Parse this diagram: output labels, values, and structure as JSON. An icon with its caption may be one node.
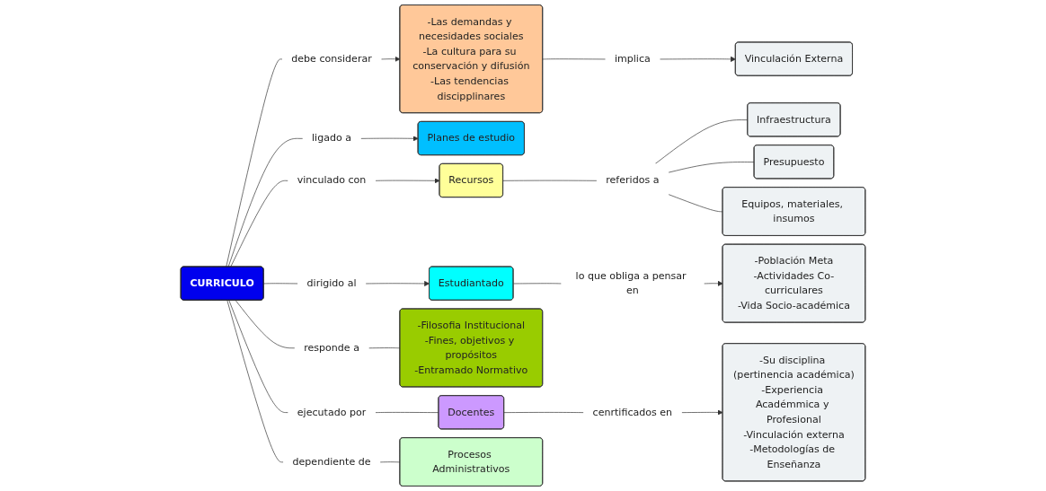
{
  "diagram": {
    "nodes": [
      {
        "text": [
          "CURRICULO"
        ]
      },
      {
        "text": [
          "debe considerar"
        ]
      },
      {
        "text": [
          "-Las demandas y necesidades sociales",
          "-La cultura para su conservación y difusión",
          "-Las tendencias discipplinares"
        ]
      },
      {
        "text": [
          "implica"
        ]
      },
      {
        "text": [
          "Vinculación Externa"
        ]
      },
      {
        "text": [
          "ligado a"
        ]
      },
      {
        "text": [
          "Planes de estudio"
        ]
      },
      {
        "text": [
          "vinculado con"
        ]
      },
      {
        "text": [
          "Recursos"
        ]
      },
      {
        "text": [
          "referidos a"
        ]
      },
      {
        "text": [
          "Infraestructura"
        ]
      },
      {
        "text": [
          "Presupuesto"
        ]
      },
      {
        "text": [
          "Equipos, materiales, insumos"
        ]
      },
      {
        "text": [
          "dirigido al"
        ]
      },
      {
        "text": [
          "Estudiantado"
        ]
      },
      {
        "text": [
          "lo que obliga a pensar en"
        ]
      },
      {
        "text": [
          "-Población Meta",
          "-Actividades Co-curriculares",
          "-Vida Socio-académica"
        ]
      },
      {
        "text": [
          "responde a"
        ]
      },
      {
        "text": [
          "-Filosofia Institucional",
          "-Fines, objetivos y propósitos",
          "-Entramado Normativo"
        ]
      },
      {
        "text": [
          "ejecutado por"
        ]
      },
      {
        "text": [
          "Docentes"
        ]
      },
      {
        "text": [
          "cenrtificados en"
        ]
      },
      {
        "text": [
          "-Su disciplina (pertinencia académica)",
          "-Experiencia Académmica y Profesional",
          "-Vinculación externa",
          "-Metodologías de Enseñanza"
        ]
      },
      {
        "text": [
          "dependiente de"
        ]
      },
      {
        "text": [
          "Procesos Administrativos"
        ]
      }
    ],
    "edges": [
      {
        "from": 0,
        "to": 1,
        "arrow": "none"
      },
      {
        "from": 1,
        "to": 2,
        "arrow": "to"
      },
      {
        "from": 2,
        "to": 3,
        "arrow": "none"
      },
      {
        "from": 3,
        "to": 4,
        "arrow": "to"
      },
      {
        "from": 0,
        "to": 5,
        "arrow": "none"
      },
      {
        "from": 5,
        "to": 6,
        "arrow": "to"
      },
      {
        "from": 0,
        "to": 7,
        "arrow": "none"
      },
      {
        "from": 7,
        "to": 8,
        "arrow": "to"
      },
      {
        "from": 8,
        "to": 9,
        "arrow": "none"
      },
      {
        "from": 9,
        "to": 10,
        "arrow": "none"
      },
      {
        "from": 9,
        "to": 11,
        "arrow": "none"
      },
      {
        "from": 9,
        "to": 12,
        "arrow": "none"
      },
      {
        "from": 0,
        "to": 13,
        "arrow": "none"
      },
      {
        "from": 13,
        "to": 14,
        "arrow": "to"
      },
      {
        "from": 14,
        "to": 15,
        "arrow": "none"
      },
      {
        "from": 15,
        "to": 16,
        "arrow": "to"
      },
      {
        "from": 0,
        "to": 17,
        "arrow": "none"
      },
      {
        "from": 17,
        "to": 18,
        "arrow": "none"
      },
      {
        "from": 0,
        "to": 19,
        "arrow": "none"
      },
      {
        "from": 19,
        "to": 20,
        "arrow": "none"
      },
      {
        "from": 20,
        "to": 21,
        "arrow": "none"
      },
      {
        "from": 21,
        "to": 22,
        "arrow": "to"
      },
      {
        "from": 0,
        "to": 23,
        "arrow": "none"
      },
      {
        "from": 23,
        "to": 24,
        "arrow": "none"
      }
    ]
  }
}
